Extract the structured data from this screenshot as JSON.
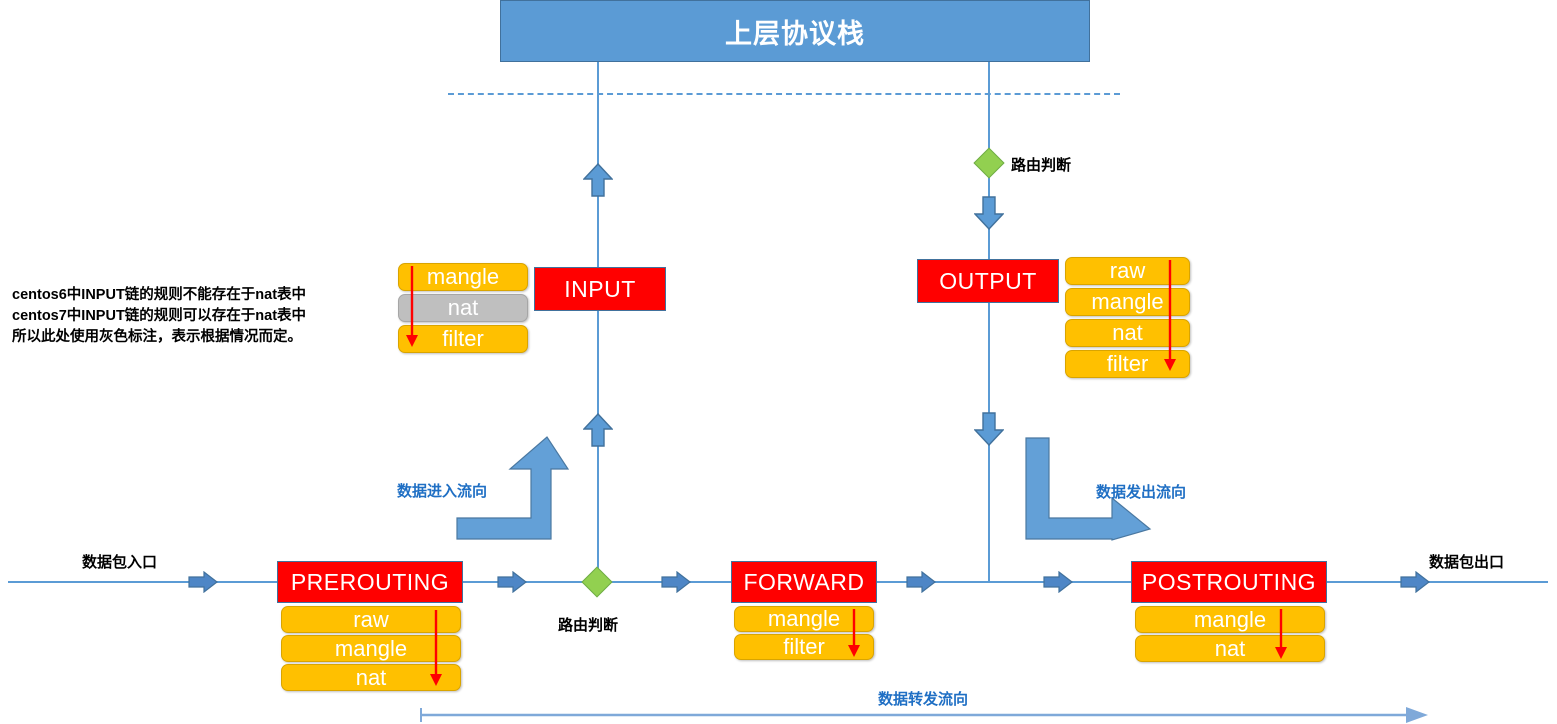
{
  "diagram": {
    "title": "iptables packet flow",
    "top_stack": {
      "label": "上层协议栈"
    },
    "colors": {
      "chain": "#FF0000",
      "table": "#FFC000",
      "table_conditional": "#BFBFBF",
      "line": "#5B9BD5",
      "header": "#5B9BD5",
      "diamond": "#92D050",
      "flow_text": "#1F6FC4",
      "table_arrow": "#FF0000"
    },
    "note": {
      "line1": "centos6中INPUT链的规则不能存在于nat表中",
      "line2": "centos7中INPUT链的规则可以存在于nat表中",
      "line3": "所以此处使用灰色标注，表示根据情况而定。"
    },
    "routing_decisions": [
      {
        "id": "routing-top",
        "label": "路由判断"
      },
      {
        "id": "routing-bottom",
        "label": "路由判断"
      }
    ],
    "endpoints": {
      "ingress": "数据包入口",
      "egress": "数据包出口"
    },
    "flows": [
      {
        "id": "flow-in",
        "label": "数据进入流向"
      },
      {
        "id": "flow-out",
        "label": "数据发出流向"
      },
      {
        "id": "flow-forward",
        "label": "数据转发流向"
      }
    ],
    "chains": [
      {
        "id": "input",
        "label": "INPUT",
        "tables": [
          {
            "name": "mangle",
            "state": "normal"
          },
          {
            "name": "nat",
            "state": "conditional"
          },
          {
            "name": "filter",
            "state": "normal"
          }
        ]
      },
      {
        "id": "output",
        "label": "OUTPUT",
        "tables": [
          {
            "name": "raw",
            "state": "normal"
          },
          {
            "name": "mangle",
            "state": "normal"
          },
          {
            "name": "nat",
            "state": "normal"
          },
          {
            "name": "filter",
            "state": "normal"
          }
        ]
      },
      {
        "id": "prerouting",
        "label": "PREROUTING",
        "tables": [
          {
            "name": "raw",
            "state": "normal"
          },
          {
            "name": "mangle",
            "state": "normal"
          },
          {
            "name": "nat",
            "state": "normal"
          }
        ]
      },
      {
        "id": "forward",
        "label": "FORWARD",
        "tables": [
          {
            "name": "mangle",
            "state": "normal"
          },
          {
            "name": "filter",
            "state": "normal"
          }
        ]
      },
      {
        "id": "postrouting",
        "label": "POSTROUTING",
        "tables": [
          {
            "name": "mangle",
            "state": "normal"
          },
          {
            "name": "nat",
            "state": "normal"
          }
        ]
      }
    ]
  }
}
